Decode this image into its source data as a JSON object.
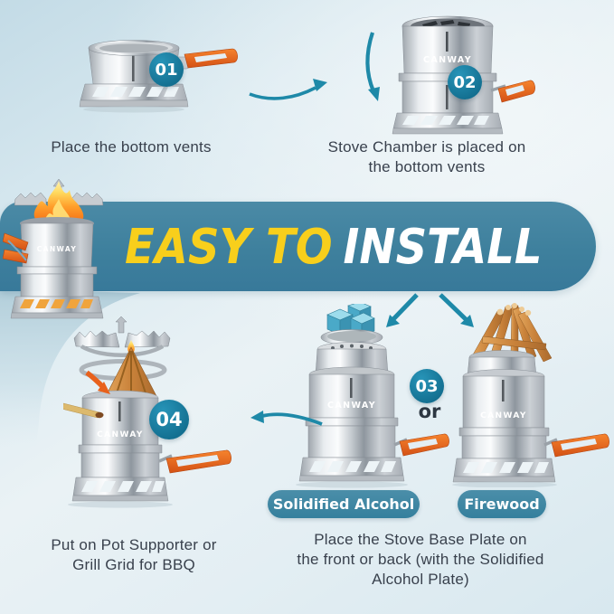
{
  "brand": "CANWAY",
  "banner": {
    "title_yellow": "EASY TO",
    "title_white": "INSTALL"
  },
  "steps": {
    "s1": {
      "number": "01",
      "lines": [
        "Place the bottom vents"
      ]
    },
    "s2": {
      "number": "02",
      "lines": [
        "Stove Chamber is placed on",
        "the bottom vents"
      ]
    },
    "s3": {
      "number": "03",
      "or_label": "or",
      "option_a": "Solidified Alcohol",
      "option_b": "Firewood",
      "lines": [
        "Place the Stove Base Plate on",
        "the front or back (with the Solidified",
        "Alcohol Plate)"
      ]
    },
    "s4": {
      "number": "04",
      "lines": [
        "Put on Pot Supporter or",
        "Grill Grid for BBQ"
      ]
    }
  },
  "colors": {
    "banner_teal": "#3E809D",
    "badge_teal": "#136F90",
    "accent_yellow": "#F8CF1C",
    "handle_orange": "#E8611C",
    "arrow_teal": "#1E89A8",
    "text_dark": "#39414D"
  }
}
